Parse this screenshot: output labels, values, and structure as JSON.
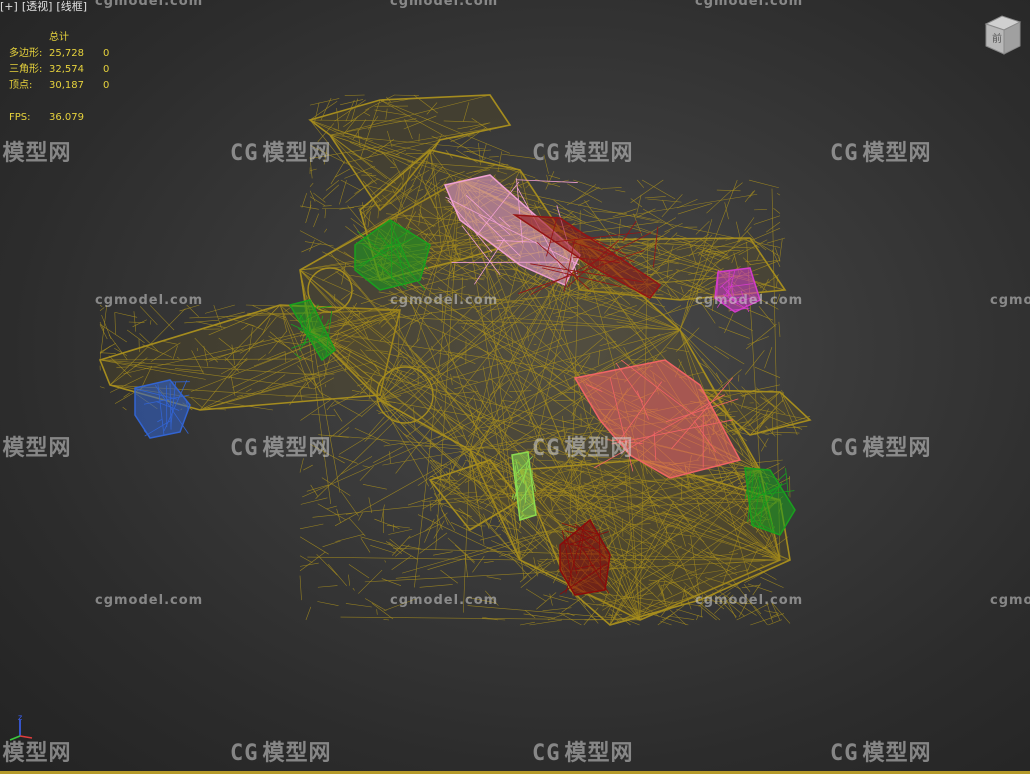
{
  "viewport": {
    "label_parts": [
      "[+]",
      "[透视]",
      "[线框]"
    ]
  },
  "stats": {
    "header": "总计",
    "rows": [
      {
        "label": "多边形:",
        "value": "25,728",
        "selected": "0"
      },
      {
        "label": "三角形:",
        "value": "32,574",
        "selected": "0"
      },
      {
        "label": "顶点:",
        "value": "30,187",
        "selected": "0"
      }
    ],
    "fps_label": "FPS:",
    "fps_value": "36.079"
  },
  "viewcube": {
    "face_label": "前"
  },
  "axis": {
    "z_label": "z"
  },
  "watermark": {
    "url": "cgmodel.com",
    "logo_mark": "CG",
    "logo_text": "模型网"
  },
  "colors": {
    "wireframe": "#a58c1e",
    "stats_text": "#e6d23c",
    "part_green": "#19a01e",
    "part_pink": "#f0a0d2",
    "part_darkred": "#961414",
    "part_magenta": "#d23cc8",
    "part_blue": "#3264d2",
    "part_salmon": "#f06464",
    "part_lime": "#8cdc50",
    "part_red": "#8c0a0a"
  }
}
